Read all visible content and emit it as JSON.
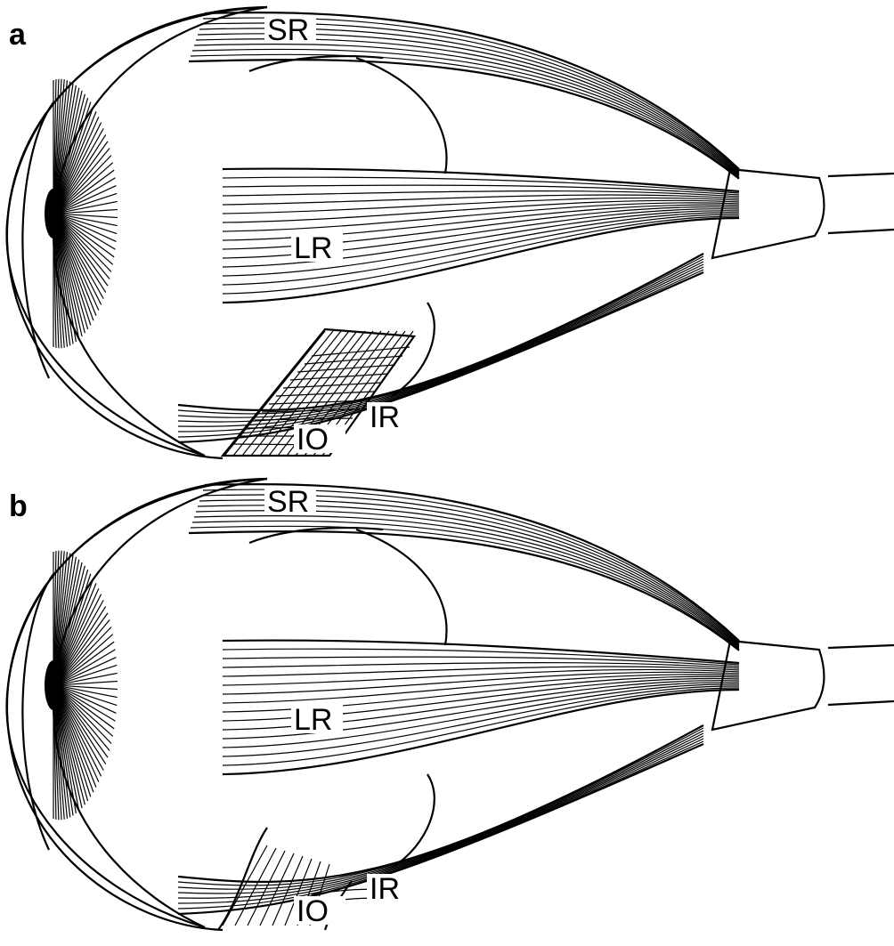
{
  "panels": [
    {
      "id": "a",
      "labels": {
        "sr": "SR",
        "lr": "LR",
        "io": "IO",
        "ir": "IR"
      },
      "io_state": "intact"
    },
    {
      "id": "b",
      "labels": {
        "sr": "SR",
        "lr": "LR",
        "io": "IO",
        "ir": "IR"
      },
      "io_state": "cut"
    }
  ],
  "colors": {
    "ink": "#000000",
    "background": "#ffffff"
  }
}
